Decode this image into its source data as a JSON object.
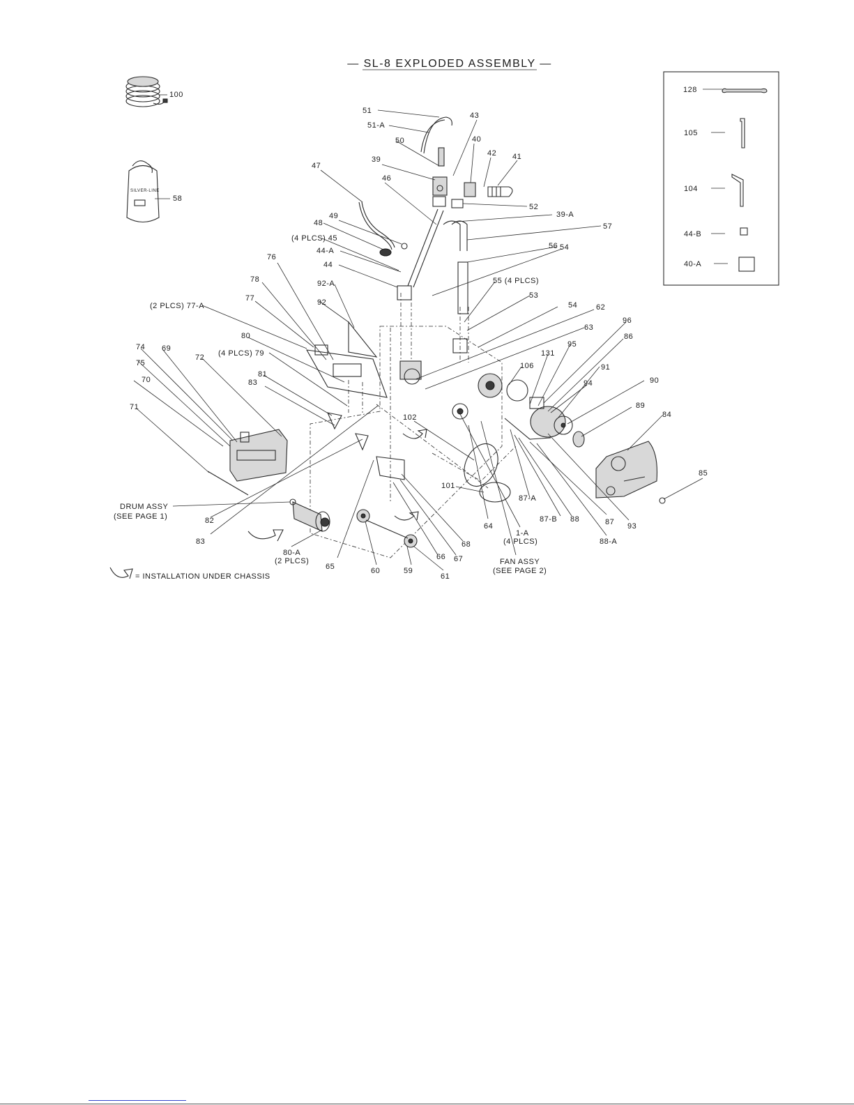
{
  "title": "— SL-8 EXPLODED ASSEMBLY —",
  "legend": "= INSTALLATION UNDER CHASSIS",
  "parts": [
    {
      "id": "p100",
      "text": "100"
    },
    {
      "id": "p58",
      "text": "58"
    },
    {
      "id": "p58brand",
      "text": "SILVER-LINE"
    },
    {
      "id": "p51",
      "text": "51"
    },
    {
      "id": "p51a",
      "text": "51-A"
    },
    {
      "id": "p43",
      "text": "43"
    },
    {
      "id": "p50",
      "text": "50"
    },
    {
      "id": "p40",
      "text": "40"
    },
    {
      "id": "p42",
      "text": "42"
    },
    {
      "id": "p41",
      "text": "41"
    },
    {
      "id": "p39",
      "text": "39"
    },
    {
      "id": "p47",
      "text": "47"
    },
    {
      "id": "p46",
      "text": "46"
    },
    {
      "id": "p52",
      "text": "52"
    },
    {
      "id": "p49",
      "text": "49"
    },
    {
      "id": "p39a",
      "text": "39-A"
    },
    {
      "id": "p48",
      "text": "48"
    },
    {
      "id": "p57",
      "text": "57"
    },
    {
      "id": "p45",
      "text": "(4 PLCS) 45"
    },
    {
      "id": "p56",
      "text": "56"
    },
    {
      "id": "p54a",
      "text": "54"
    },
    {
      "id": "p44a",
      "text": "44-A"
    },
    {
      "id": "p76",
      "text": "76"
    },
    {
      "id": "p44",
      "text": "44"
    },
    {
      "id": "p55",
      "text": "55 (4 PLCS)"
    },
    {
      "id": "p78",
      "text": "78"
    },
    {
      "id": "p92a",
      "text": "92-A"
    },
    {
      "id": "p53",
      "text": "53"
    },
    {
      "id": "p77",
      "text": "77"
    },
    {
      "id": "p92",
      "text": "92"
    },
    {
      "id": "p77a",
      "text": "(2 PLCS) 77-A"
    },
    {
      "id": "p54b",
      "text": "54"
    },
    {
      "id": "p62",
      "text": "62"
    },
    {
      "id": "p96",
      "text": "96"
    },
    {
      "id": "p63",
      "text": "63"
    },
    {
      "id": "p86",
      "text": "86"
    },
    {
      "id": "p80",
      "text": "80"
    },
    {
      "id": "p74",
      "text": "74"
    },
    {
      "id": "p69",
      "text": "69"
    },
    {
      "id": "p79",
      "text": "(4 PLCS) 79"
    },
    {
      "id": "p131",
      "text": "131"
    },
    {
      "id": "p95",
      "text": "95"
    },
    {
      "id": "p75",
      "text": "75"
    },
    {
      "id": "p72",
      "text": "72"
    },
    {
      "id": "p81",
      "text": "81"
    },
    {
      "id": "p106",
      "text": "106"
    },
    {
      "id": "p91",
      "text": "91"
    },
    {
      "id": "p70",
      "text": "70"
    },
    {
      "id": "p83a",
      "text": "83"
    },
    {
      "id": "p90",
      "text": "90"
    },
    {
      "id": "p94",
      "text": "94"
    },
    {
      "id": "p71",
      "text": "71"
    },
    {
      "id": "p89",
      "text": "89"
    },
    {
      "id": "p102",
      "text": "102"
    },
    {
      "id": "p84",
      "text": "84"
    },
    {
      "id": "p85",
      "text": "85"
    },
    {
      "id": "p101",
      "text": "101"
    },
    {
      "id": "p87a",
      "text": "87-A"
    },
    {
      "id": "p87b",
      "text": "87-B"
    },
    {
      "id": "p88",
      "text": "88"
    },
    {
      "id": "p87",
      "text": "87"
    },
    {
      "id": "p93",
      "text": "93"
    },
    {
      "id": "p88a",
      "text": "88-A"
    },
    {
      "id": "p82",
      "text": "82"
    },
    {
      "id": "p64",
      "text": "64"
    },
    {
      "id": "p1a",
      "text": "1-A"
    },
    {
      "id": "p1aq",
      "text": "(4 PLCS)"
    },
    {
      "id": "p83b",
      "text": "83"
    },
    {
      "id": "p68",
      "text": "68"
    },
    {
      "id": "p80a",
      "text": "80-A"
    },
    {
      "id": "p80aq",
      "text": "(2 PLCS)"
    },
    {
      "id": "p67",
      "text": "67"
    },
    {
      "id": "p66",
      "text": "66"
    },
    {
      "id": "p65",
      "text": "65"
    },
    {
      "id": "p60",
      "text": "60"
    },
    {
      "id": "p59",
      "text": "59"
    },
    {
      "id": "p61",
      "text": "61"
    },
    {
      "id": "pdrum1",
      "text": "DRUM ASSY"
    },
    {
      "id": "pdrum2",
      "text": "(SEE PAGE 1)"
    },
    {
      "id": "pfan1",
      "text": "FAN ASSY"
    },
    {
      "id": "pfan2",
      "text": "(SEE PAGE 2)"
    }
  ],
  "tools": [
    {
      "id": "t128",
      "text": "128"
    },
    {
      "id": "t105",
      "text": "105"
    },
    {
      "id": "t104",
      "text": "104"
    },
    {
      "id": "t44b",
      "text": "44-B"
    },
    {
      "id": "t40a",
      "text": "40-A"
    }
  ]
}
